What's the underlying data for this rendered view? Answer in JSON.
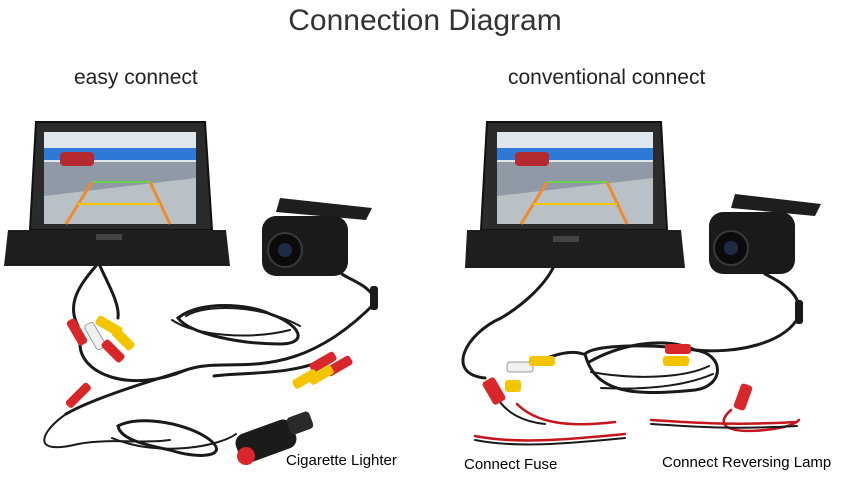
{
  "title": "Connection Diagram",
  "left": {
    "heading": "easy connect",
    "labels": {
      "cigarette_lighter": "Cigarette Lighter"
    }
  },
  "right": {
    "heading": "conventional connect",
    "labels": {
      "connect_fuse": "Connect Fuse",
      "connect_reversing_lamp": "Connect Reversing Lamp"
    }
  },
  "colors": {
    "cable_black": "#1a1a1a",
    "plug_yellow": "#f2c500",
    "plug_red": "#d8262b",
    "plug_white": "#f0f0f0",
    "wire_red": "#c4161c",
    "screen_sky": "#2e79d6"
  }
}
